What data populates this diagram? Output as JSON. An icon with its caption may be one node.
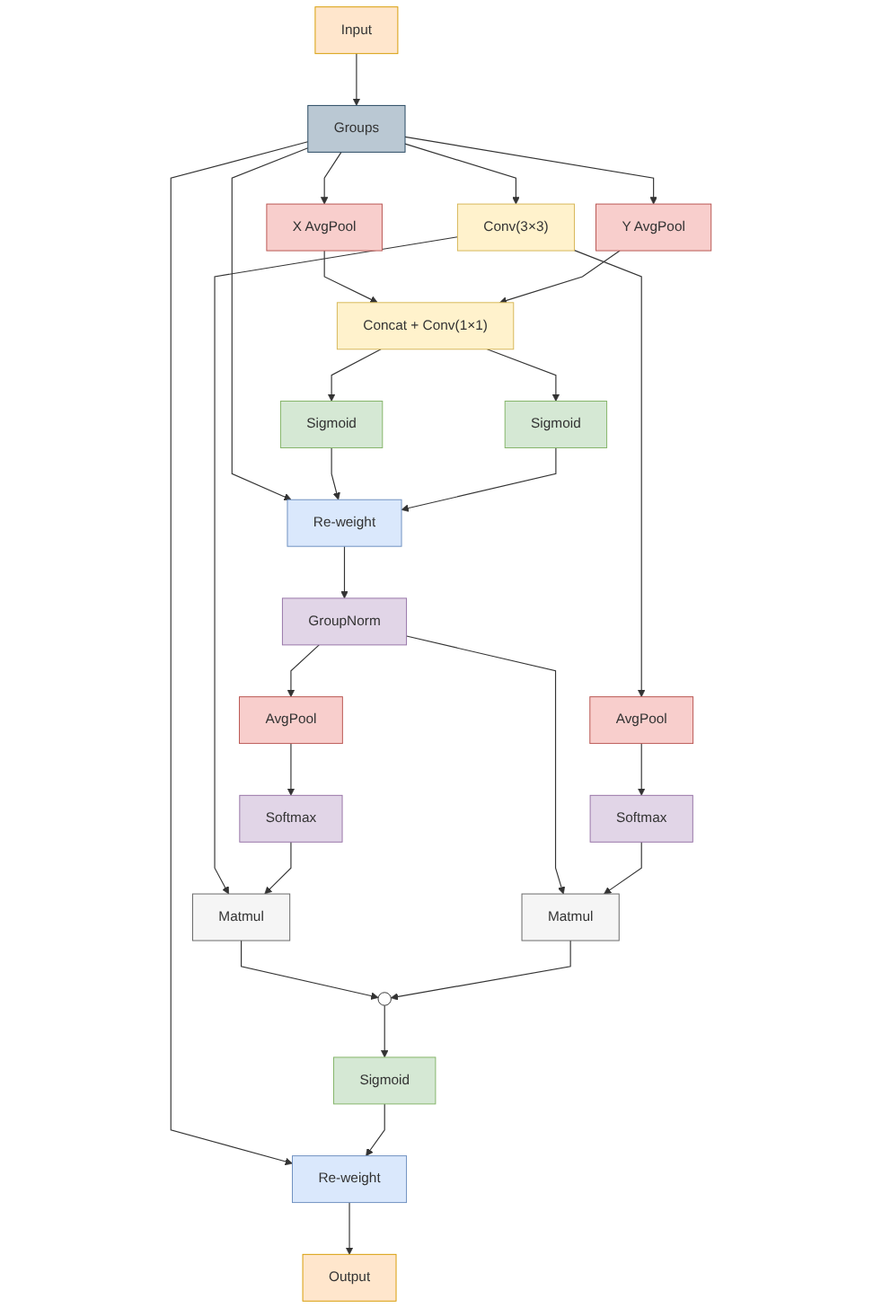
{
  "diagram": {
    "nodes": [
      {
        "text": [
          "Input"
        ]
      },
      {
        "text": [
          "Groups"
        ]
      },
      {
        "text": [
          "X AvgPool"
        ]
      },
      {
        "text": [
          "Y AvgPool"
        ]
      },
      {
        "text": [
          "Conv(3×3)"
        ]
      },
      {
        "text": [
          "Concat + Conv(1×1)"
        ]
      },
      {
        "text": [
          "Sigmoid"
        ]
      },
      {
        "text": [
          "Sigmoid"
        ]
      },
      {
        "text": [
          "Re-weight"
        ]
      },
      {
        "text": [
          "GroupNorm"
        ]
      },
      {
        "text": [
          "AvgPool"
        ]
      },
      {
        "text": [
          "AvgPool"
        ]
      },
      {
        "text": [
          "Softmax"
        ]
      },
      {
        "text": [
          "Softmax"
        ]
      },
      {
        "text": [
          "Matmul"
        ]
      },
      {
        "text": [
          "Matmul"
        ]
      },
      {
        "text": [],
        "shape": "circle"
      },
      {
        "text": [
          "Sigmoid"
        ]
      },
      {
        "text": [
          "Re-weight"
        ]
      },
      {
        "text": [
          "Output"
        ]
      }
    ],
    "edges": [
      {
        "from": 0,
        "to": 1,
        "arrow": "to"
      },
      {
        "from": 1,
        "to": 2,
        "arrow": "to"
      },
      {
        "from": 1,
        "to": 3,
        "arrow": "to"
      },
      {
        "from": 1,
        "to": 4,
        "arrow": "to"
      },
      {
        "from": 1,
        "to": 8,
        "arrow": "to"
      },
      {
        "from": 1,
        "to": 18,
        "arrow": "to"
      },
      {
        "from": 2,
        "to": 5,
        "arrow": "to"
      },
      {
        "from": 3,
        "to": 5,
        "arrow": "to"
      },
      {
        "from": 5,
        "to": 6,
        "arrow": "to"
      },
      {
        "from": 5,
        "to": 7,
        "arrow": "to"
      },
      {
        "from": 6,
        "to": 8,
        "arrow": "to"
      },
      {
        "from": 7,
        "to": 8,
        "arrow": "to"
      },
      {
        "from": 4,
        "to": 10,
        "arrow": "to"
      },
      {
        "from": 4,
        "to": 14,
        "arrow": "to"
      },
      {
        "from": 8,
        "to": 9,
        "arrow": "to"
      },
      {
        "from": 9,
        "to": 11,
        "arrow": "to"
      },
      {
        "from": 9,
        "to": 15,
        "arrow": "to"
      },
      {
        "from": 11,
        "to": 13,
        "arrow": "to"
      },
      {
        "from": 13,
        "to": 14,
        "arrow": "to"
      },
      {
        "from": 10,
        "to": 12,
        "arrow": "to"
      },
      {
        "from": 12,
        "to": 15,
        "arrow": "to"
      },
      {
        "from": 14,
        "to": 16,
        "arrow": "to"
      },
      {
        "from": 15,
        "to": 16,
        "arrow": "to"
      },
      {
        "from": 16,
        "to": 17,
        "arrow": "to"
      },
      {
        "from": 17,
        "to": 18,
        "arrow": "to"
      },
      {
        "from": 18,
        "to": 19,
        "arrow": "to"
      }
    ]
  }
}
